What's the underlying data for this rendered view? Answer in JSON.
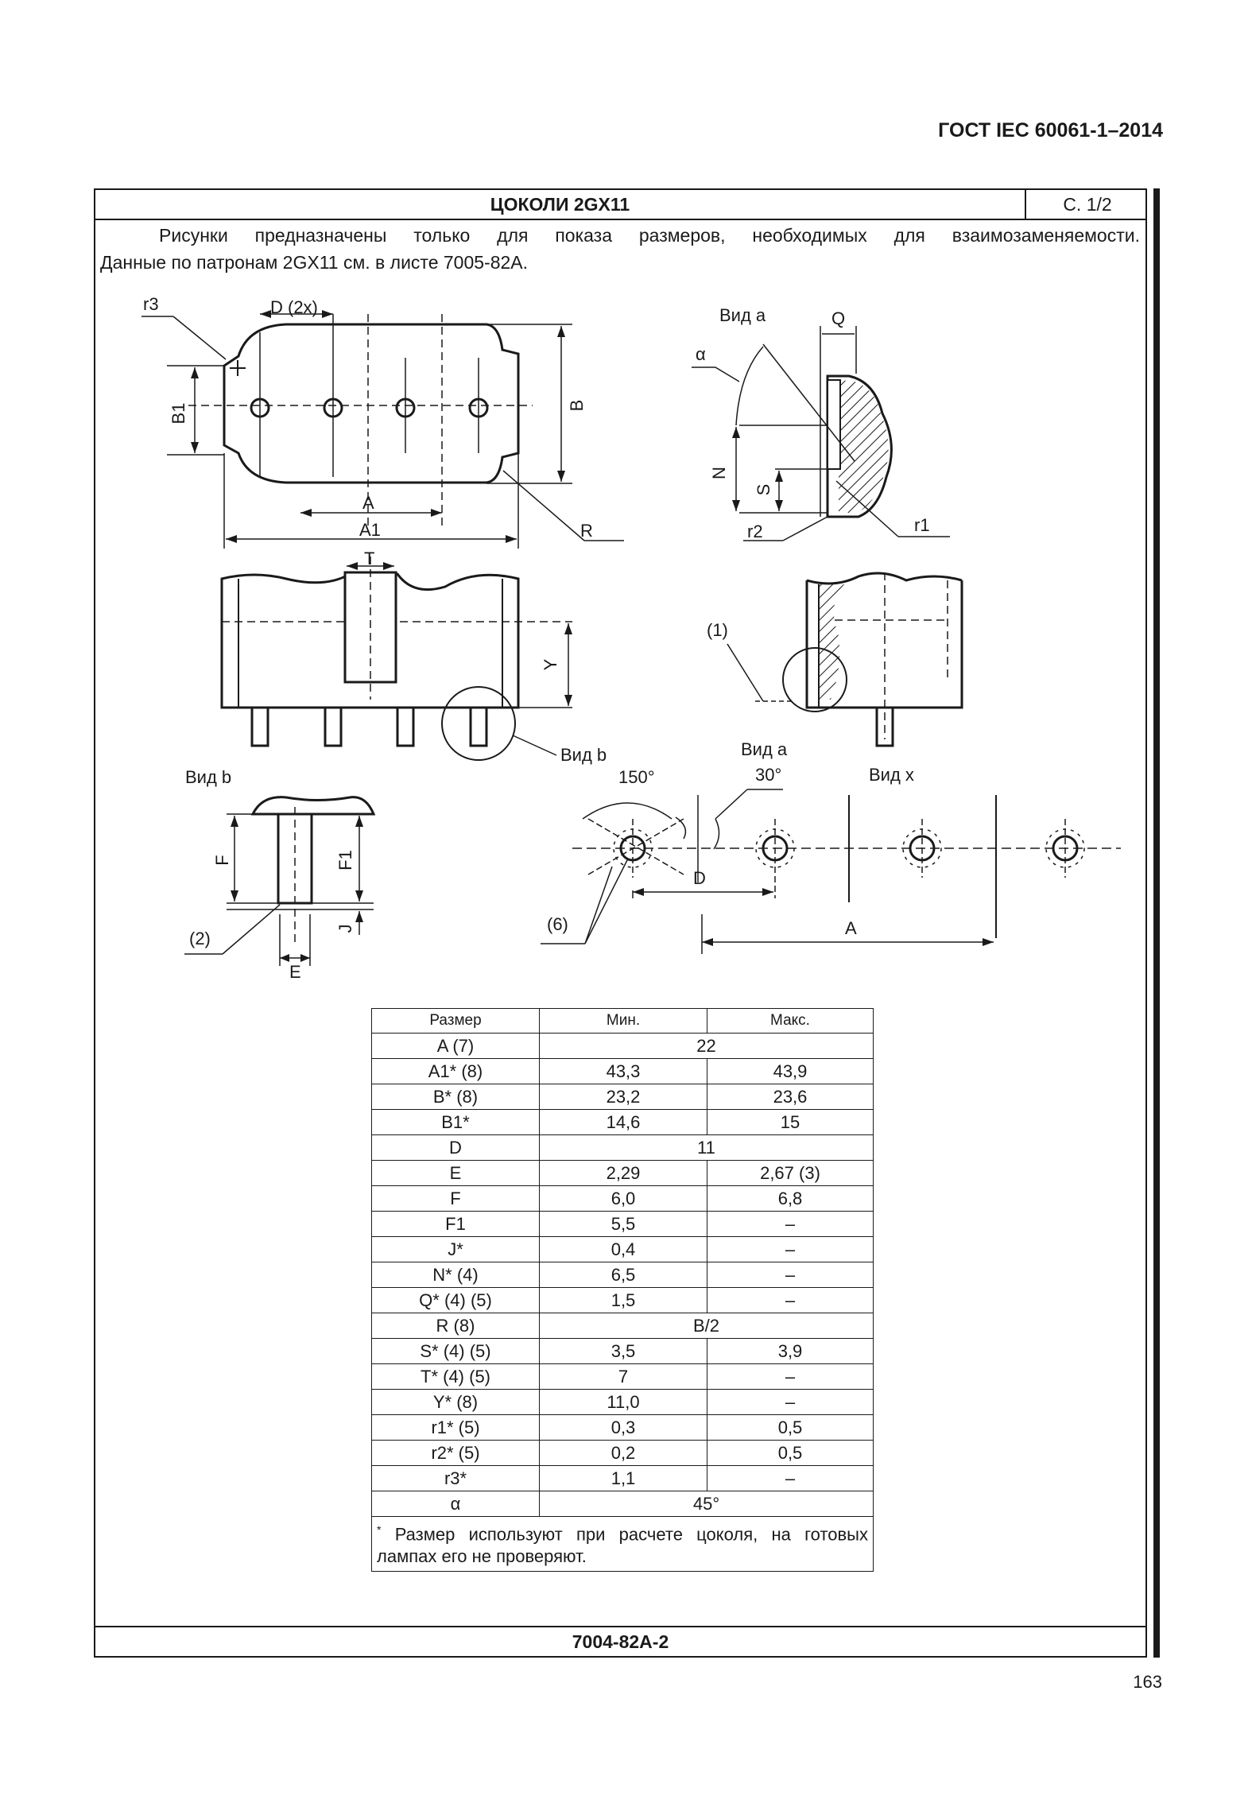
{
  "header": {
    "standard": "ГОСТ IEC 60061-1–2014"
  },
  "sheet": {
    "title": "ЦОКОЛИ 2GX11",
    "page": "С. 1/2",
    "note_line1": "Рисунки предназначены только для показа размеров, необходимых для взаимозаменяемости.",
    "note_line2": "Данные по патронам 2GX11 см. в листе 7005-82А.",
    "code": "7004-82А-2"
  },
  "drawing": {
    "labels": {
      "r3": "r3",
      "d2x": "D (2x)",
      "b1": "B1",
      "b": "B",
      "a": "A",
      "a1": "A1",
      "r": "R",
      "vid_a": "Вид a",
      "q": "Q",
      "alpha": "α",
      "n": "N",
      "s": "S",
      "r2": "r2",
      "r1": "r1",
      "t": "T",
      "y": "Y",
      "n1": "(1)",
      "vid_b": "Вид b",
      "vid_b2": "Вид b",
      "vid_a2": "Вид a",
      "vid_x": "Вид x",
      "deg150": "150°",
      "deg30": "30°",
      "f": "F",
      "f1": "F1",
      "j": "J",
      "e": "E",
      "n2": "(2)",
      "n6": "(6)",
      "d": "D",
      "a2": "A"
    }
  },
  "table": {
    "headers": [
      "Размер",
      "Мин.",
      "Макс."
    ],
    "rows": [
      {
        "name": "A (7)",
        "single": "22"
      },
      {
        "name": "A1* (8)",
        "min": "43,3",
        "max": "43,9"
      },
      {
        "name": "B* (8)",
        "min": "23,2",
        "max": "23,6"
      },
      {
        "name": "B1*",
        "min": "14,6",
        "max": "15"
      },
      {
        "name": "D",
        "single": "11"
      },
      {
        "name": "E",
        "min": "2,29",
        "max": "2,67 (3)"
      },
      {
        "name": "F",
        "min": "6,0",
        "max": "6,8"
      },
      {
        "name": "F1",
        "min": "5,5",
        "max": "–"
      },
      {
        "name": "J*",
        "min": "0,4",
        "max": "–"
      },
      {
        "name": "N* (4)",
        "min": "6,5",
        "max": "–"
      },
      {
        "name": "Q* (4) (5)",
        "min": "1,5",
        "max": "–"
      },
      {
        "name": "R (8)",
        "single": "B/2"
      },
      {
        "name": "S* (4) (5)",
        "min": "3,5",
        "max": "3,9"
      },
      {
        "name": "T* (4) (5)",
        "min": "7",
        "max": "–"
      },
      {
        "name": "Y* (8)",
        "min": "11,0",
        "max": "–"
      },
      {
        "name": "r1* (5)",
        "min": "0,3",
        "max": "0,5"
      },
      {
        "name": "r2* (5)",
        "min": "0,2",
        "max": "0,5"
      },
      {
        "name": "r3*",
        "min": "1,1",
        "max": "–"
      },
      {
        "name": "α",
        "single": "45°"
      }
    ],
    "footnote_mark": "*",
    "footnote": "Размер используют при расчете цоколя, на готовых лампах его не проверяют."
  },
  "page_number": "163"
}
